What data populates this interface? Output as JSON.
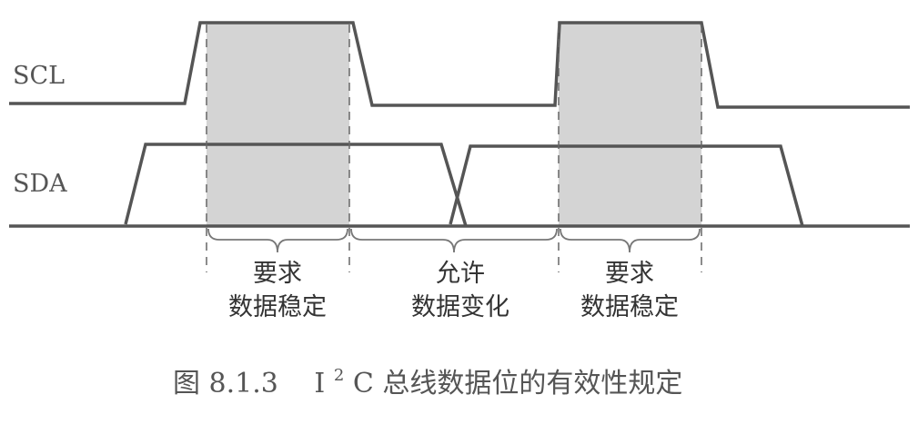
{
  "signals": {
    "scl": "SCL",
    "sda": "SDA"
  },
  "zones": [
    {
      "line1": "要求",
      "line2": "数据稳定"
    },
    {
      "line1": "允许",
      "line2": "数据变化"
    },
    {
      "line1": "要求",
      "line2": "数据稳定"
    }
  ],
  "caption": {
    "fig_no": "图 8.1.3",
    "i": "I",
    "sup": "2",
    "rest": "C 总线数据位的有效性规定"
  },
  "colors": {
    "wave": "#555555",
    "shade": "#d4d4d4",
    "text": "#333333"
  }
}
